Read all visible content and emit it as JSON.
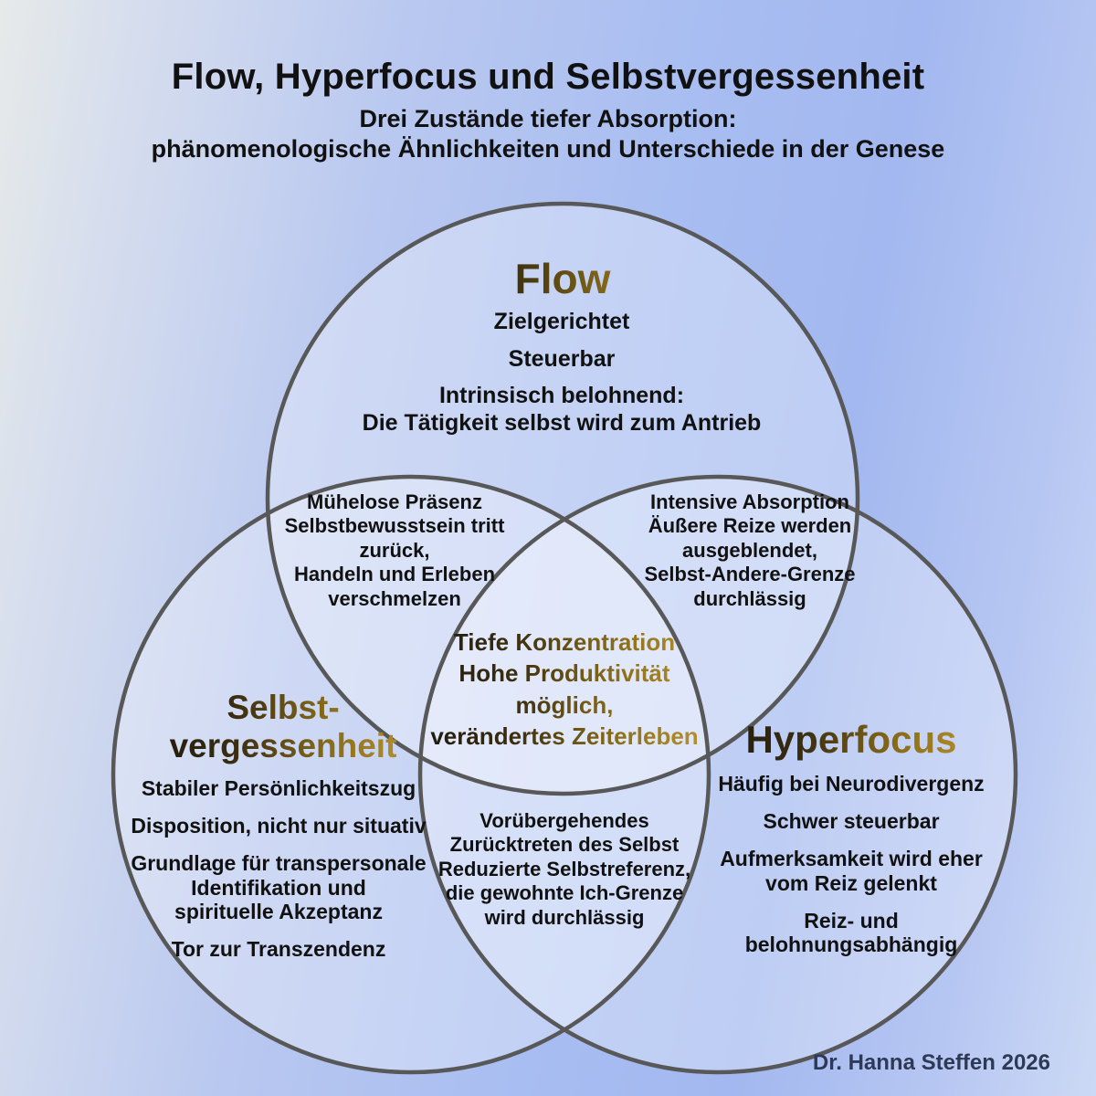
{
  "header": {
    "title": "Flow, Hyperfocus und Selbstvergessenheit",
    "subtitle_line1": "Drei Zustände tiefer Absorption:",
    "subtitle_line2": "phänomenologische Ähnlichkeiten und Unterschiede in der Genese"
  },
  "circles": {
    "flow": {
      "title": "Flow",
      "items": [
        "Zielgerichtet",
        "Steuerbar",
        "Intrinsisch belohnend:\nDie Tätigkeit selbst wird zum Antrieb"
      ]
    },
    "selbstvergessenheit": {
      "title": "Selbst-\nvergessenheit",
      "items": [
        "Stabiler Persönlichkeitszug",
        "Disposition, nicht nur situativ",
        "Grundlage für transpersonale\nIdentifikation und\nspirituelle Akzeptanz",
        "Tor zur Transzendenz"
      ]
    },
    "hyperfocus": {
      "title": "Hyperfocus",
      "items": [
        "Häufig bei Neurodivergenz",
        "Schwer steuerbar",
        "Aufmerksamkeit wird eher\nvom Reiz gelenkt",
        "Reiz- und\nbelohnungsabhängig"
      ]
    }
  },
  "overlaps": {
    "flow_selbstvergessenheit": "Mühelose Präsenz\nSelbstbewusstsein tritt\nzurück,\nHandeln und Erleben\nverschmelzen",
    "flow_hyperfocus": "Intensive Absorption\nÄußere Reize werden\nausgeblendet,\nSelbst-Andere-Grenze\ndurchlässig",
    "center": "Tiefe Konzentration\nHohe Produktivität\nmöglich,\nverändertes Zeiterleben",
    "selbstvergessenheit_hyperfocus": "Vorübergehendes\nZurücktreten des Selbst\nReduzierte Selbstreferenz,\ndie gewohnte Ich-Grenze\nwird durchlässig"
  },
  "credit": "Dr. Hanna Steffen 2026",
  "colors": {
    "accent_gold": "#c9a136",
    "heading_dark": "#17140e",
    "circle_stroke": "#585858",
    "body_text": "#111111",
    "credit_text": "#2e3a55",
    "background_left": "#e7eae9",
    "background_blue": "#a8bdf1",
    "background_right": "#ccd9f5",
    "circle_fill": "rgba(255,255,255,0.30)"
  }
}
